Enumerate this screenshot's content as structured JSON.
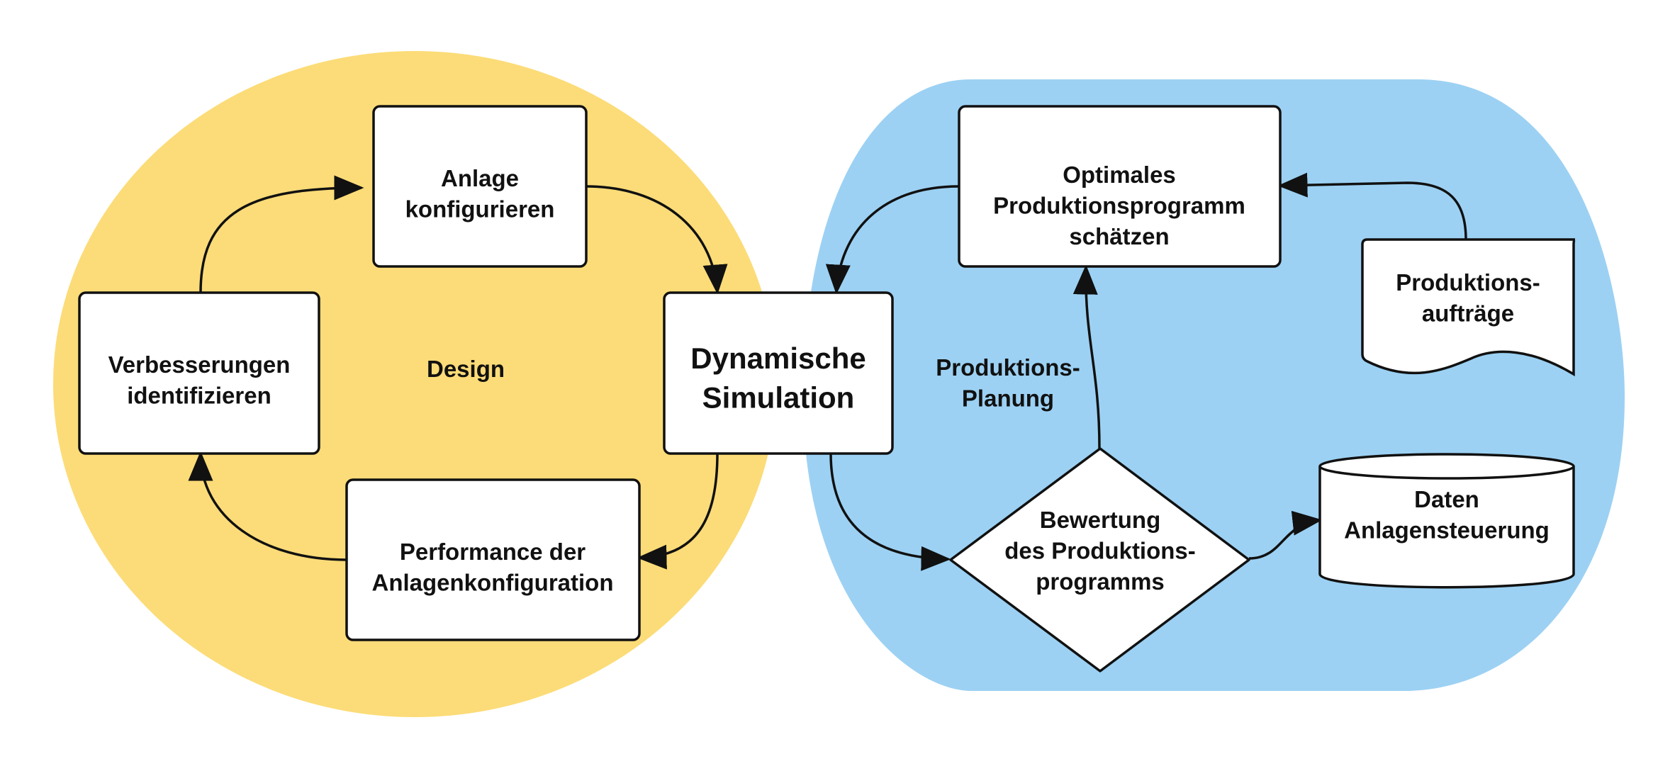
{
  "colors": {
    "design_region": "#fcdc78",
    "planning_region": "#9cd1f3",
    "simulation_fill": "#a3da78",
    "box_fill": "#ffffff",
    "stroke": "#111111"
  },
  "regions": {
    "design": "Design",
    "planning": [
      "Produktions-",
      "Planung"
    ]
  },
  "nodes": {
    "anlage_konfigurieren": [
      "Anlage",
      "konfigurieren"
    ],
    "verbesserungen_identifizieren": [
      "Verbesserungen",
      "identifizieren"
    ],
    "performance_anlagenkonfiguration": [
      "Performance der",
      "Anlagenkonfiguration"
    ],
    "dynamische_simulation": [
      "Dynamische",
      "Simulation"
    ],
    "optimales_produktionsprogramm": [
      "Optimales",
      "Produktionsprogramm",
      "schätzen"
    ],
    "produktionsauftraege": [
      "Produktions-",
      "aufträge"
    ],
    "bewertung_produktionsprogramm": [
      "Bewertung",
      "des Produktions-",
      "programms"
    ],
    "daten_anlagensteuerung": [
      "Daten",
      "Anlagensteuerung"
    ]
  }
}
